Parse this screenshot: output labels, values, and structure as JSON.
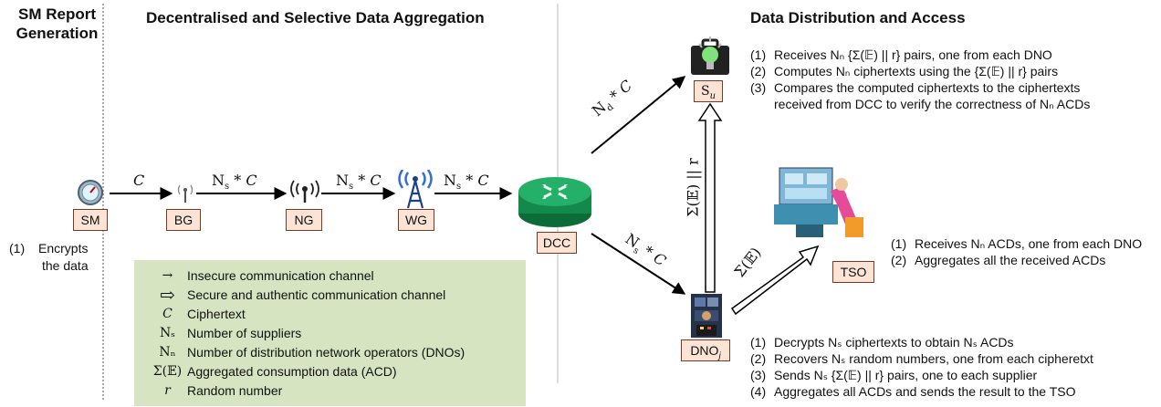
{
  "headings": {
    "sm_report": "SM Report Generation",
    "aggregation": "Decentralised and Selective Data Aggregation",
    "distribution": "Data Distribution and Access"
  },
  "nodes": {
    "sm": "SM",
    "bg": "BG",
    "ng": "NG",
    "wg": "WG",
    "dcc": "DCC",
    "tso": "TSO",
    "su": "S",
    "su_sub": "u",
    "dno": "DNO",
    "dno_sub": "j"
  },
  "edge_labels": {
    "sm_bg": "C",
    "bg_ng_prefix": "N",
    "bg_ng_sub": "s",
    "bg_ng_suffix": " * C",
    "ng_wg_prefix": "N",
    "ng_wg_sub": "s",
    "ng_wg_suffix": " * C",
    "wg_dcc_prefix": "N",
    "wg_dcc_sub": "s",
    "wg_dcc_suffix": " * C",
    "dcc_su_prefix": "N",
    "dcc_su_sub": "d",
    "dcc_su_suffix": " * C",
    "dcc_dno_prefix": "N",
    "dcc_dno_sub": "s",
    "dcc_dno_suffix": " * C",
    "dno_su": "Σ(𝔼) || r",
    "dno_tso": "Σ(𝔼)"
  },
  "sm_steps": [
    "(1)",
    "Encrypts",
    "the data"
  ],
  "su_steps": [
    {
      "n": "(1)",
      "text": "Receives Nₙ {Σ(𝔼) || r} pairs, one from each DNO"
    },
    {
      "n": "(2)",
      "text": "Computes Nₙ ciphertexts using the {Σ(𝔼) || r} pairs"
    },
    {
      "n": "(3)",
      "text": "Compares the computed ciphertexts to the ciphertexts"
    },
    {
      "n": "",
      "text": "received from DCC to verify the correctness of Nₙ ACDs"
    }
  ],
  "tso_steps": [
    {
      "n": "(1)",
      "text": "Receives Nₙ ACDs, one from each DNO"
    },
    {
      "n": "(2)",
      "text": "Aggregates all the received ACDs"
    }
  ],
  "dno_steps": [
    {
      "n": "(1)",
      "text": "Decrypts Nₛ ciphertexts to obtain Nₛ ACDs"
    },
    {
      "n": "(2)",
      "text": "Recovers Nₛ random numbers, one from each cipheretxt"
    },
    {
      "n": "(3)",
      "text": "Sends Nₛ {Σ(𝔼) || r} pairs, one to each supplier"
    },
    {
      "n": "(4)",
      "text": "Aggregates all ACDs and sends the result to the TSO"
    }
  ],
  "legend": [
    {
      "symbol": "→",
      "text": "Insecure communication channel"
    },
    {
      "symbol": "⇨",
      "text": "Secure and authentic communication channel"
    },
    {
      "symbol": "C",
      "text": "Ciphertext"
    },
    {
      "symbol": "Nₛ",
      "text": "Number of suppliers"
    },
    {
      "symbol": "Nₙ",
      "text": "Number of distribution network operators (DNOs)"
    },
    {
      "symbol": "Σ(𝔼)",
      "text": "Aggregated consumption data (ACD)"
    },
    {
      "symbol": "r",
      "text": "Random number"
    }
  ],
  "icons": [
    "smart-meter-icon",
    "bg-antenna-icon",
    "ng-antenna-icon",
    "wg-tower-icon",
    "dcc-router-icon",
    "supplier-icon",
    "tso-operator-icon",
    "dno-operator-icon"
  ],
  "colors": {
    "node_fill": "#fbe3d6",
    "node_border": "#7a3a22",
    "legend_fill": "#d6e4c1",
    "router_green": "#1f9a5a",
    "tower_blue": "#2f6fd6"
  }
}
